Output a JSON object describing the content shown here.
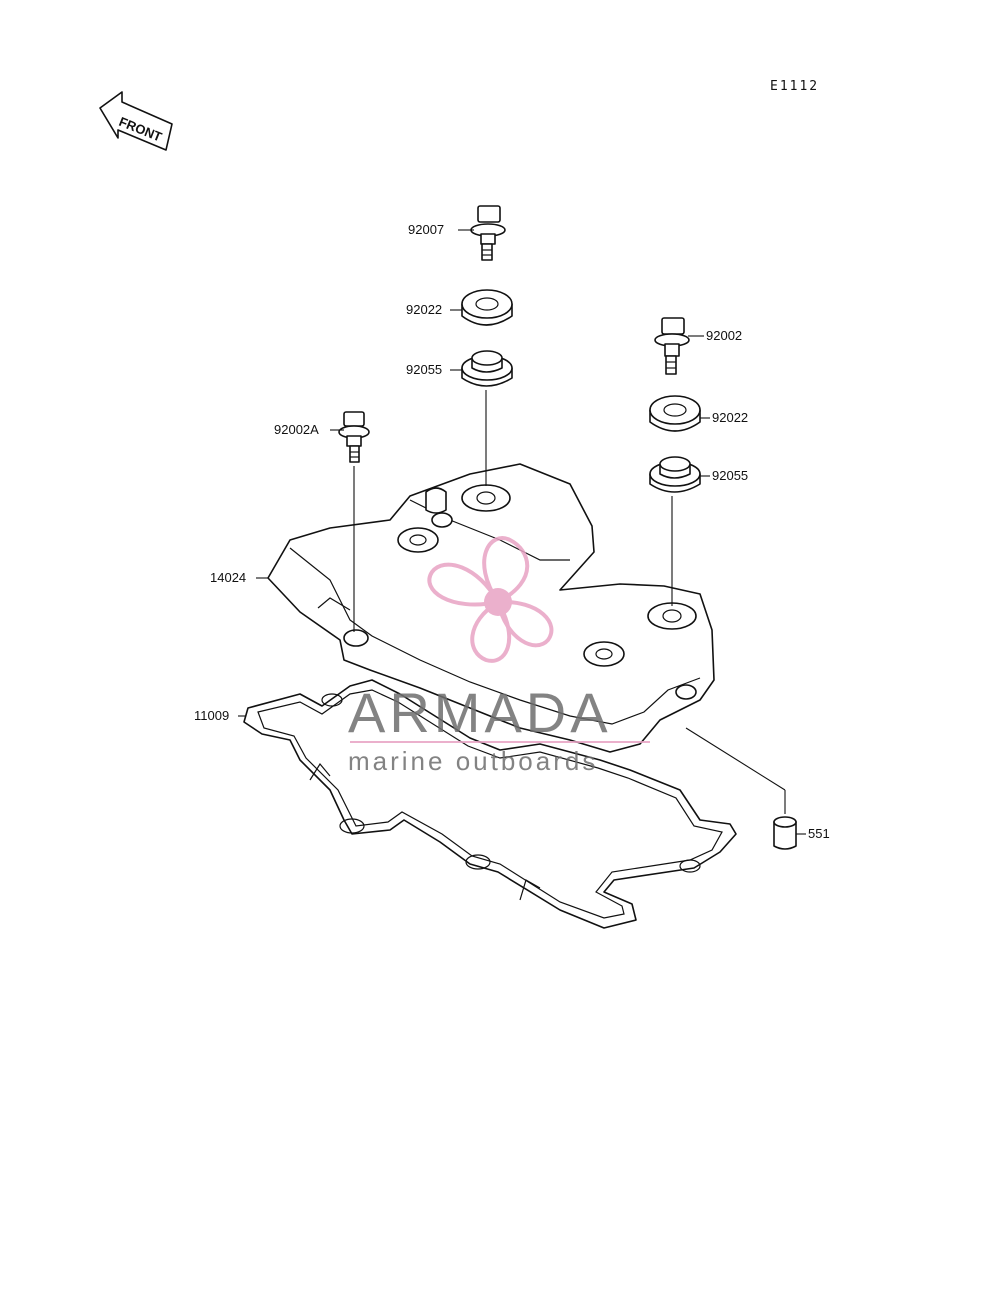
{
  "diagram": {
    "code": "E1112",
    "front_label": "FRONT",
    "part_labels": {
      "p92007": "92007",
      "p92022_left": "92022",
      "p92055_left": "92055",
      "p92002a": "92002A",
      "p92002": "92002",
      "p92022_right": "92022",
      "p92055_right": "92055",
      "p14024": "14024",
      "p11009": "11009",
      "p551": "551"
    }
  },
  "watermark": {
    "brand": "ARMADA",
    "tagline": "marine outboards",
    "color": "#e8a3c4"
  }
}
